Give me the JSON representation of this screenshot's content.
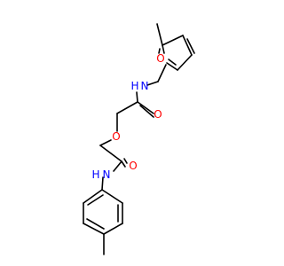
{
  "molecule": {
    "atoms": {
      "furan_o": {
        "symbol": "O",
        "color": "#ff0000"
      },
      "amide1_n": {
        "symbol": "N",
        "color": "#0000ff"
      },
      "amide1_h": {
        "symbol": "H",
        "color": "#0000ff"
      },
      "amide1_o": {
        "symbol": "O",
        "color": "#ff0000"
      },
      "ether_o": {
        "symbol": "O",
        "color": "#ff0000"
      },
      "amide2_o": {
        "symbol": "O",
        "color": "#ff0000"
      },
      "amide2_n": {
        "symbol": "N",
        "color": "#0000ff"
      },
      "amide2_h": {
        "symbol": "H",
        "color": "#0000ff"
      }
    },
    "bond_color": "#000000"
  }
}
